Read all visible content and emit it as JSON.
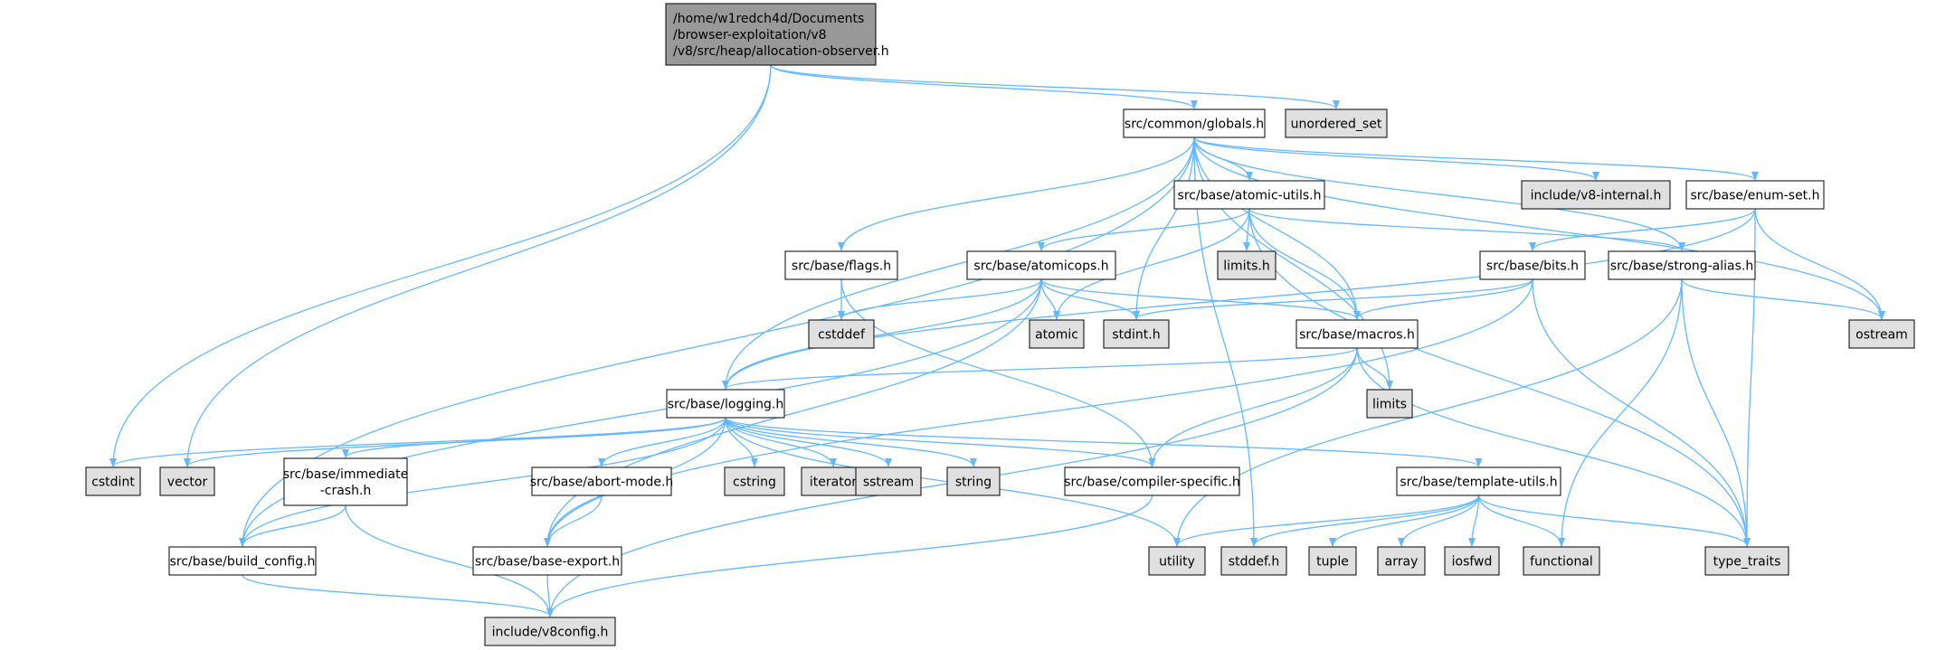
{
  "graph_title": "",
  "colors": {
    "edge": "#63b8ff",
    "root_fill": "#999999",
    "internal_fill": "#ffffff",
    "external_fill": "#e0e0e0",
    "internal_border": "#000000",
    "external_border": "#999999"
  },
  "nodes": [
    {
      "id": "root",
      "lines": [
        "/home/w1redch4d/Documents",
        "/browser-exploitation/v8",
        "/v8/src/heap/allocation-observer.h"
      ],
      "kind": "root"
    },
    {
      "id": "globals",
      "lines": [
        "src/common/globals.h"
      ],
      "kind": "internal"
    },
    {
      "id": "unordered_set",
      "lines": [
        "unordered_set"
      ],
      "kind": "external"
    },
    {
      "id": "atomic_utils",
      "lines": [
        "src/base/atomic-utils.h"
      ],
      "kind": "internal"
    },
    {
      "id": "v8_internal",
      "lines": [
        "include/v8-internal.h"
      ],
      "kind": "external"
    },
    {
      "id": "enum_set",
      "lines": [
        "src/base/enum-set.h"
      ],
      "kind": "internal"
    },
    {
      "id": "flags",
      "lines": [
        "src/base/flags.h"
      ],
      "kind": "internal"
    },
    {
      "id": "atomicops",
      "lines": [
        "src/base/atomicops.h"
      ],
      "kind": "internal"
    },
    {
      "id": "limits_h",
      "lines": [
        "limits.h"
      ],
      "kind": "external"
    },
    {
      "id": "bits",
      "lines": [
        "src/base/bits.h"
      ],
      "kind": "internal"
    },
    {
      "id": "strong_alias",
      "lines": [
        "src/base/strong-alias.h"
      ],
      "kind": "internal"
    },
    {
      "id": "cstddef",
      "lines": [
        "cstddef"
      ],
      "kind": "external"
    },
    {
      "id": "atomic",
      "lines": [
        "atomic"
      ],
      "kind": "external"
    },
    {
      "id": "stdint_h",
      "lines": [
        "stdint.h"
      ],
      "kind": "external"
    },
    {
      "id": "macros",
      "lines": [
        "src/base/macros.h"
      ],
      "kind": "internal"
    },
    {
      "id": "ostream",
      "lines": [
        "ostream"
      ],
      "kind": "external"
    },
    {
      "id": "limits",
      "lines": [
        "limits"
      ],
      "kind": "external"
    },
    {
      "id": "logging",
      "lines": [
        "src/base/logging.h"
      ],
      "kind": "internal"
    },
    {
      "id": "cstdint",
      "lines": [
        "cstdint"
      ],
      "kind": "external"
    },
    {
      "id": "vector",
      "lines": [
        "vector"
      ],
      "kind": "external"
    },
    {
      "id": "immediate_crash",
      "lines": [
        "src/base/immediate",
        "-crash.h"
      ],
      "kind": "internal"
    },
    {
      "id": "abort_mode",
      "lines": [
        "src/base/abort-mode.h"
      ],
      "kind": "internal"
    },
    {
      "id": "cstring",
      "lines": [
        "cstring"
      ],
      "kind": "external"
    },
    {
      "id": "iterator",
      "lines": [
        "iterator"
      ],
      "kind": "external"
    },
    {
      "id": "sstream",
      "lines": [
        "sstream"
      ],
      "kind": "external"
    },
    {
      "id": "string",
      "lines": [
        "string"
      ],
      "kind": "external"
    },
    {
      "id": "compiler_specific",
      "lines": [
        "src/base/compiler-specific.h"
      ],
      "kind": "internal"
    },
    {
      "id": "template_utils",
      "lines": [
        "src/base/template-utils.h"
      ],
      "kind": "internal"
    },
    {
      "id": "build_config",
      "lines": [
        "src/base/build_config.h"
      ],
      "kind": "internal"
    },
    {
      "id": "base_export",
      "lines": [
        "src/base/base-export.h"
      ],
      "kind": "internal"
    },
    {
      "id": "utility",
      "lines": [
        "utility"
      ],
      "kind": "external"
    },
    {
      "id": "stddef_h",
      "lines": [
        "stddef.h"
      ],
      "kind": "external"
    },
    {
      "id": "tuple",
      "lines": [
        "tuple"
      ],
      "kind": "external"
    },
    {
      "id": "array",
      "lines": [
        "array"
      ],
      "kind": "external"
    },
    {
      "id": "iosfwd",
      "lines": [
        "iosfwd"
      ],
      "kind": "external"
    },
    {
      "id": "functional",
      "lines": [
        "functional"
      ],
      "kind": "external"
    },
    {
      "id": "type_traits",
      "lines": [
        "type_traits"
      ],
      "kind": "external"
    },
    {
      "id": "v8config",
      "lines": [
        "include/v8config.h"
      ],
      "kind": "external"
    }
  ],
  "edges": [
    [
      "root",
      "globals"
    ],
    [
      "root",
      "unordered_set"
    ],
    [
      "root",
      "cstdint"
    ],
    [
      "root",
      "vector"
    ],
    [
      "globals",
      "atomic_utils"
    ],
    [
      "globals",
      "v8_internal"
    ],
    [
      "globals",
      "enum_set"
    ],
    [
      "globals",
      "flags"
    ],
    [
      "globals",
      "strong_alias"
    ],
    [
      "globals",
      "stdint_h"
    ],
    [
      "globals",
      "macros"
    ],
    [
      "globals",
      "ostream"
    ],
    [
      "globals",
      "limits"
    ],
    [
      "globals",
      "logging"
    ],
    [
      "globals",
      "build_config"
    ],
    [
      "globals",
      "stddef_h"
    ],
    [
      "atomic_utils",
      "atomicops"
    ],
    [
      "atomic_utils",
      "limits_h"
    ],
    [
      "atomic_utils",
      "atomic"
    ],
    [
      "atomic_utils",
      "macros"
    ],
    [
      "atomic_utils",
      "type_traits"
    ],
    [
      "atomic_utils",
      "strong_alias"
    ],
    [
      "enum_set",
      "bits"
    ],
    [
      "enum_set",
      "logging"
    ],
    [
      "enum_set",
      "ostream"
    ],
    [
      "enum_set",
      "type_traits"
    ],
    [
      "flags",
      "cstddef"
    ],
    [
      "flags",
      "compiler_specific"
    ],
    [
      "atomicops",
      "cstddef"
    ],
    [
      "atomicops",
      "atomic"
    ],
    [
      "atomicops",
      "stdint_h"
    ],
    [
      "atomicops",
      "macros"
    ],
    [
      "atomicops",
      "logging"
    ],
    [
      "atomicops",
      "build_config"
    ],
    [
      "atomicops",
      "base_export"
    ],
    [
      "bits",
      "stdint_h"
    ],
    [
      "bits",
      "macros"
    ],
    [
      "bits",
      "type_traits"
    ],
    [
      "bits",
      "base_export"
    ],
    [
      "strong_alias",
      "ostream"
    ],
    [
      "strong_alias",
      "type_traits"
    ],
    [
      "strong_alias",
      "functional"
    ],
    [
      "strong_alias",
      "utility"
    ],
    [
      "macros",
      "logging"
    ],
    [
      "macros",
      "limits"
    ],
    [
      "macros",
      "compiler_specific"
    ],
    [
      "macros",
      "type_traits"
    ],
    [
      "macros",
      "v8config"
    ],
    [
      "logging",
      "cstdint"
    ],
    [
      "logging",
      "vector"
    ],
    [
      "logging",
      "immediate_crash"
    ],
    [
      "logging",
      "abort_mode"
    ],
    [
      "logging",
      "cstring"
    ],
    [
      "logging",
      "iterator"
    ],
    [
      "logging",
      "sstream"
    ],
    [
      "logging",
      "string"
    ],
    [
      "logging",
      "compiler_specific"
    ],
    [
      "logging",
      "template_utils"
    ],
    [
      "logging",
      "build_config"
    ],
    [
      "logging",
      "base_export"
    ],
    [
      "logging",
      "utility"
    ],
    [
      "immediate_crash",
      "build_config"
    ],
    [
      "immediate_crash",
      "v8config"
    ],
    [
      "abort_mode",
      "base_export"
    ],
    [
      "compiler_specific",
      "v8config"
    ],
    [
      "template_utils",
      "utility"
    ],
    [
      "template_utils",
      "stddef_h"
    ],
    [
      "template_utils",
      "tuple"
    ],
    [
      "template_utils",
      "array"
    ],
    [
      "template_utils",
      "iosfwd"
    ],
    [
      "template_utils",
      "functional"
    ],
    [
      "template_utils",
      "type_traits"
    ],
    [
      "build_config",
      "v8config"
    ],
    [
      "base_export",
      "v8config"
    ]
  ]
}
